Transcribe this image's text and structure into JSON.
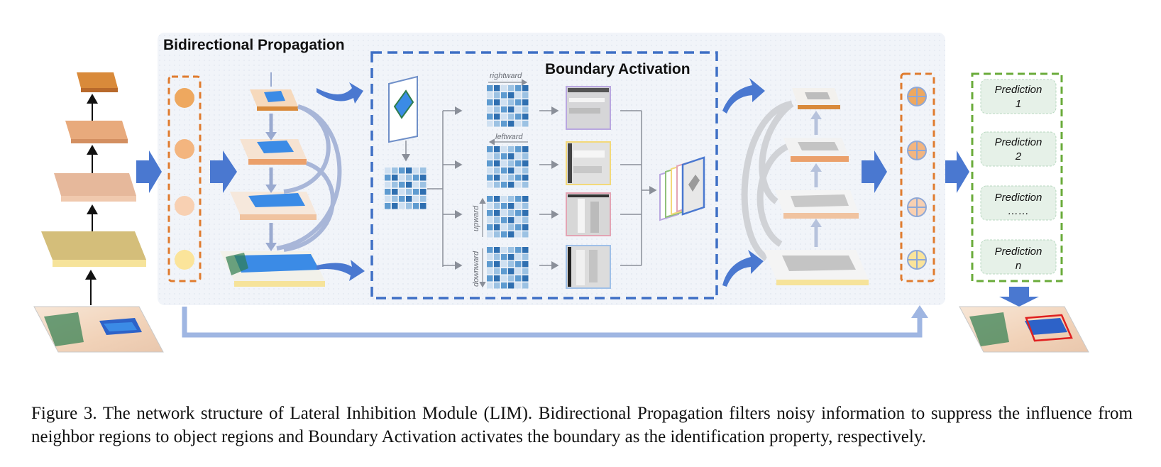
{
  "diagram": {
    "sections": {
      "bidirectional_title": "Bidirectional Propagation",
      "boundary_title": "Boundary Activation"
    },
    "directions": {
      "rightward": "rightward",
      "leftward": "leftward",
      "upward": "upward",
      "downward": "downward"
    },
    "predictions": [
      {
        "title": "Prediction",
        "index": "1"
      },
      {
        "title": "Prediction",
        "index": "2"
      },
      {
        "title": "Prediction",
        "index": "……"
      },
      {
        "title": "Prediction",
        "index": "n"
      }
    ],
    "colors": {
      "orange_accent": "#e07b2e",
      "blue_accent": "#3e6fc5",
      "green_accent": "#6aab3a",
      "arrow_blue": "#4a78d0",
      "panel_bg": "#eef2f8"
    }
  },
  "caption": {
    "label": "Figure 3.",
    "text": "The network structure of Lateral Inhibition Module (LIM). Bidirectional Propagation filters noisy information to suppress the influence from neighbor regions to object regions and Boundary Activation activates the boundary as the identification property, respectively."
  }
}
